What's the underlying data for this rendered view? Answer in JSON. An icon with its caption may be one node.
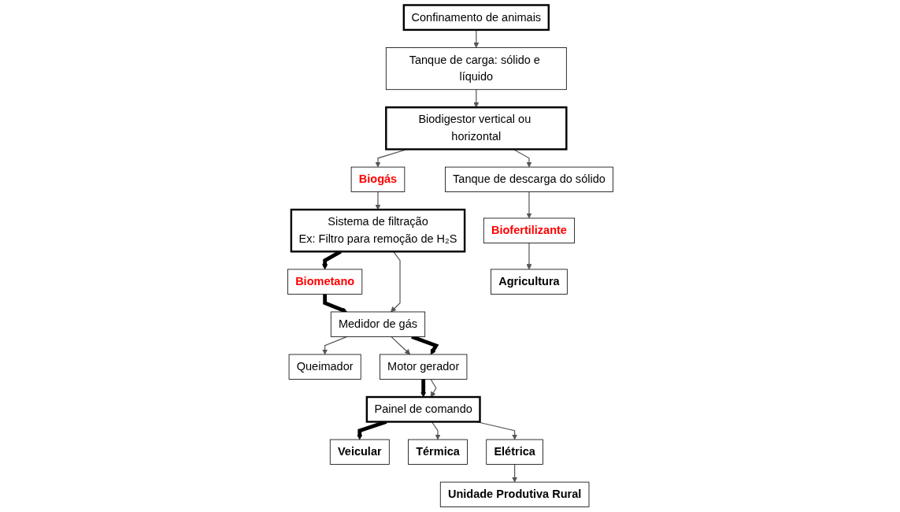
{
  "diagram": {
    "nodes": [
      {
        "text": [
          "Confinamento de animais"
        ]
      },
      {
        "text": [
          "Tanque de carga: sólido e líquido"
        ]
      },
      {
        "text": [
          "Biodigestor vertical ou horizontal"
        ]
      },
      {
        "text": [
          "Biogás"
        ]
      },
      {
        "text": [
          "Tanque de descarga do sólido"
        ]
      },
      {
        "text": [
          "Sistema de filtração",
          "Ex: Filtro para remoção de H₂S"
        ]
      },
      {
        "text": [
          "Queimador"
        ]
      },
      {
        "text": [
          "Medidor de gás"
        ]
      },
      {
        "text": [
          "Biometano"
        ]
      },
      {
        "text": [
          "Biofertilizante"
        ]
      },
      {
        "text": [
          "Agricultura"
        ]
      },
      {
        "text": [
          "Unidade Produtiva Rural"
        ]
      },
      {
        "text": [
          "Motor gerador"
        ]
      },
      {
        "text": [
          "Painel de comando"
        ]
      },
      {
        "text": [
          "Veicular"
        ]
      },
      {
        "text": [
          "Térmica"
        ]
      },
      {
        "text": [
          "Elétrica"
        ]
      }
    ],
    "edges": [
      {
        "from": 0,
        "to": 1,
        "arrow": "to"
      },
      {
        "from": 1,
        "to": 2,
        "arrow": "to"
      },
      {
        "from": 2,
        "to": 3,
        "arrow": "to"
      },
      {
        "from": 2,
        "to": 4,
        "arrow": "to"
      },
      {
        "from": 3,
        "to": 5,
        "arrow": "to"
      },
      {
        "from": 5,
        "to": 8,
        "arrow": "to",
        "style": "thick"
      },
      {
        "from": 5,
        "to": 7,
        "arrow": "to"
      },
      {
        "from": 7,
        "to": 6,
        "arrow": "to"
      },
      {
        "from": 8,
        "to": 7,
        "arrow": "to",
        "style": "thick"
      },
      {
        "from": 7,
        "to": 12,
        "arrow": "to"
      },
      {
        "from": 7,
        "to": 12,
        "arrow": "to",
        "style": "thick"
      },
      {
        "from": 12,
        "to": 13,
        "arrow": "to",
        "style": "thick"
      },
      {
        "from": 12,
        "to": 13,
        "arrow": "to"
      },
      {
        "from": 13,
        "to": 14,
        "arrow": "to",
        "style": "thick"
      },
      {
        "from": 13,
        "to": 15,
        "arrow": "to"
      },
      {
        "from": 13,
        "to": 16,
        "arrow": "to"
      },
      {
        "from": 16,
        "to": 11,
        "arrow": "to"
      },
      {
        "from": 4,
        "to": 9,
        "arrow": "to"
      },
      {
        "from": 9,
        "to": 10,
        "arrow": "to"
      }
    ]
  }
}
